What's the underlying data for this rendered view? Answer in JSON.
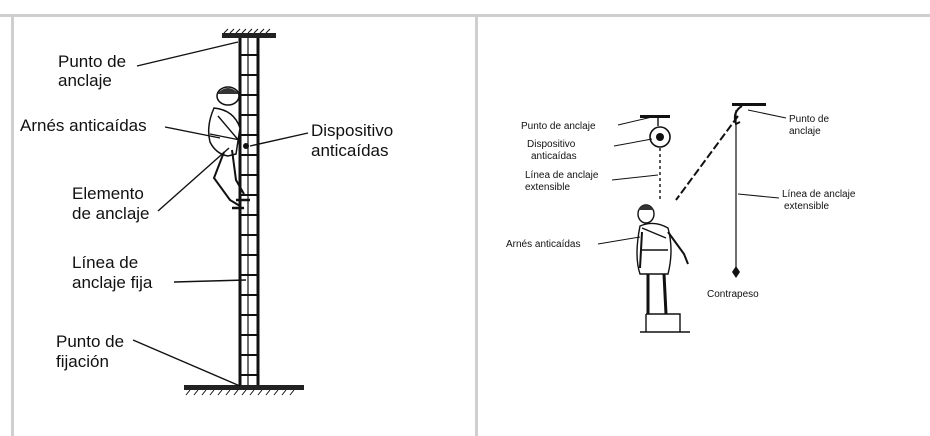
{
  "left_panel": {
    "labels": {
      "anchor_point_1": "Punto de",
      "anchor_point_2": "anclaje",
      "harness": "Arnés anticaídas",
      "fall_device_1": "Dispositivo",
      "fall_device_2": "anticaídas",
      "anchor_element_1": "Elemento",
      "anchor_element_2": "de anclaje",
      "fixed_line_1": "Línea de",
      "fixed_line_2": "anclaje fija",
      "fixing_point_1": "Punto de",
      "fixing_point_2": "fijación"
    }
  },
  "right_panel": {
    "labels": {
      "anchor_point_left": "Punto de anclaje",
      "fall_device_1": "Dispositivo",
      "fall_device_2": "anticaídas",
      "ext_line_left_1": "Línea de anclaje",
      "ext_line_left_2": "extensible",
      "harness": "Arnés anticaídas",
      "anchor_point_right_1": "Punto de",
      "anchor_point_right_2": "anclaje",
      "ext_line_right_1": "Línea de anclaje",
      "ext_line_right_2": "extensible",
      "counterweight": "Contrapeso"
    }
  }
}
